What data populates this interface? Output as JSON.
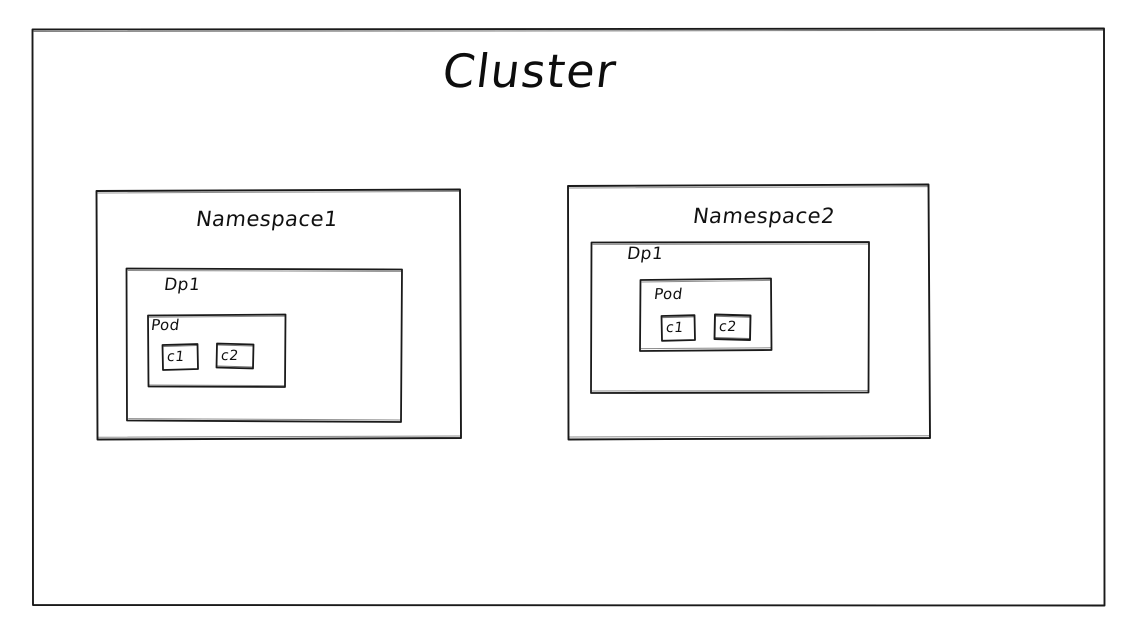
{
  "diagram": {
    "type": "nested-boxes",
    "background_color": "#ffffff",
    "stroke_color": "#1a1a1a",
    "style": "hand-drawn-sketch",
    "title": "Cluster",
    "namespaces": [
      {
        "label": "Namespace1",
        "deployment": {
          "label": "Dp1",
          "pod": {
            "label": "Pod",
            "containers": [
              {
                "label": "c1"
              },
              {
                "label": "c2"
              }
            ]
          }
        }
      },
      {
        "label": "Namespace2",
        "deployment": {
          "label": "Dp1",
          "pod": {
            "label": "Pod",
            "containers": [
              {
                "label": "c1"
              },
              {
                "label": "c2"
              }
            ]
          }
        }
      }
    ]
  }
}
